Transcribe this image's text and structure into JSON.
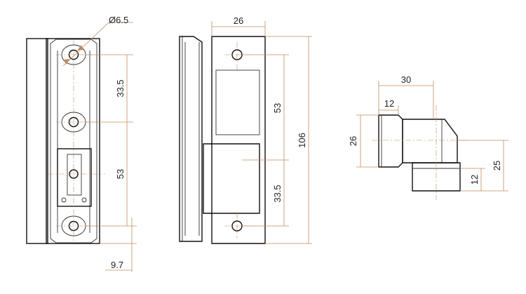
{
  "colors": {
    "outline": "#111111",
    "dimension_line": "#c48a5c",
    "text": "#222222",
    "background": "#ffffff"
  },
  "dimensions": {
    "hole_diameter": "Ø6.5",
    "front_hole_spacing_top": "33.5",
    "front_hole_spacing_bottom": "53",
    "front_edge_offset": "9.7",
    "side_width": "26",
    "side_upper_spacing": "53",
    "side_total_height": "106",
    "side_lower_spacing": "33.5",
    "knuckle_width": "30",
    "knuckle_cap_width": "12",
    "knuckle_body_height": "26",
    "knuckle_total_height": "25",
    "knuckle_base_height": "12"
  }
}
